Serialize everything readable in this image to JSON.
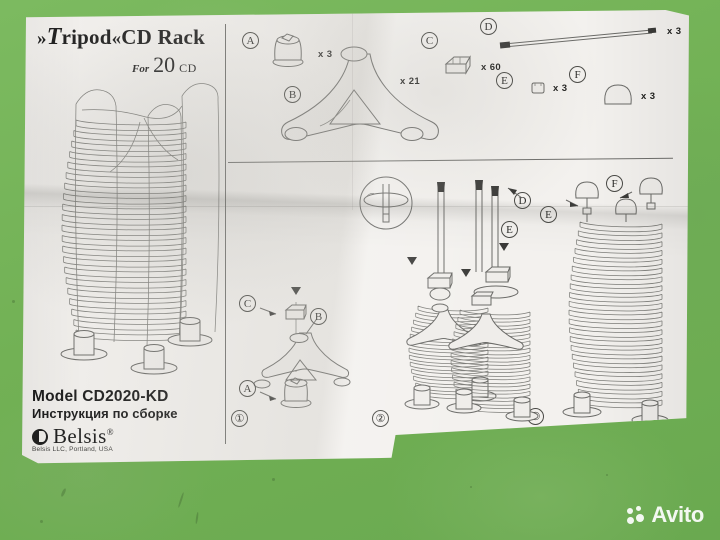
{
  "document": {
    "title_prefix": "»",
    "title_italic": "T",
    "title_main": "ripod",
    "title_suffix": "«",
    "title_tail": "CD Rack",
    "subtitle_for": "For",
    "subtitle_count": "20",
    "subtitle_unit": "CD",
    "model": "Model CD2020-KD",
    "instruction_ru": "Инструкция по сборке",
    "brand_name": "Belsis",
    "brand_trademark": "®",
    "brand_address": "Belsis LLC, Portland, USA"
  },
  "parts": [
    {
      "label": "A",
      "qty": "x 3",
      "icon": "foot-cap-part"
    },
    {
      "label": "B",
      "qty": "x 21",
      "icon": "tripod-spider-part"
    },
    {
      "label": "C",
      "qty": "x 60",
      "icon": "spacer-block-part"
    },
    {
      "label": "D",
      "qty": "x 3",
      "icon": "long-rod-part"
    },
    {
      "label": "E",
      "qty": "x 3",
      "icon": "small-clip-part"
    },
    {
      "label": "F",
      "qty": "x 3",
      "icon": "dome-cap-part"
    }
  ],
  "steps": [
    {
      "number": "①",
      "callouts": [
        "A",
        "B",
        "C"
      ]
    },
    {
      "number": "②",
      "callouts": []
    },
    {
      "number": "③",
      "callouts": [
        "D",
        "E"
      ]
    },
    {
      "number": "",
      "callouts": [
        "E",
        "F"
      ]
    }
  ],
  "watermark": {
    "text": "Avito",
    "icon": "avito-dots-logo"
  },
  "colors": {
    "background_green": "#74b458",
    "paper": "#f3f1ee",
    "ink": "#6a6a67",
    "text": "#141414",
    "watermark": "#ffffff"
  }
}
